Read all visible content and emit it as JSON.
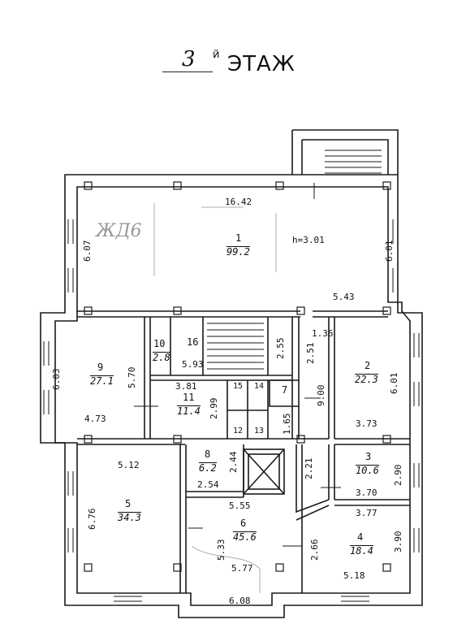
{
  "title": {
    "floor_number": "3",
    "suffix": "й",
    "word": "ЭТАЖ"
  },
  "handwriting": {
    "note": "ЖД6"
  },
  "rooms": [
    {
      "id": "r1",
      "number": "1",
      "area": "99.2"
    },
    {
      "id": "r2",
      "number": "2",
      "area": "22.3"
    },
    {
      "id": "r3",
      "number": "3",
      "area": "10.6"
    },
    {
      "id": "r4",
      "number": "4",
      "area": "18.4"
    },
    {
      "id": "r5",
      "number": "5",
      "area": "34.3"
    },
    {
      "id": "r6",
      "number": "6",
      "area": "45.6"
    },
    {
      "id": "r7",
      "number": "7",
      "area": ""
    },
    {
      "id": "r8",
      "number": "8",
      "area": "6.2"
    },
    {
      "id": "r9",
      "number": "9",
      "area": "27.1"
    },
    {
      "id": "r10",
      "number": "10",
      "area": "2.8"
    },
    {
      "id": "r11",
      "number": "11",
      "area": "11.4"
    },
    {
      "id": "r12",
      "number": "12",
      "area": ""
    },
    {
      "id": "r13",
      "number": "13",
      "area": ""
    },
    {
      "id": "r14",
      "number": "14",
      "area": ""
    },
    {
      "id": "r15",
      "number": "15",
      "area": ""
    },
    {
      "id": "r16",
      "number": "16",
      "area": ""
    }
  ],
  "dimensions": {
    "d_16_42": "16.42",
    "d_6_07": "6.07",
    "d_6_01a": "6.01",
    "d_h": "h=3.01",
    "d_5_43": "5.43",
    "d_1_36": "1.36",
    "d_2_55": "2.55",
    "d_2_51": "2.51",
    "d_5_93": "5.93",
    "d_6_03": "6.03",
    "d_5_70": "5.70",
    "d_4_73": "4.73",
    "d_3_81": "3.81",
    "d_2_99": "2.99",
    "d_1_65": "1.65",
    "d_9_00": "9.00",
    "d_6_01b": "6.01",
    "d_3_73": "3.73",
    "d_5_12": "5.12",
    "d_6_76": "6.76",
    "d_2_44": "2.44",
    "d_2_54": "2.54",
    "d_2_21": "2.21",
    "d_2_90": "2.90",
    "d_3_70": "3.70",
    "d_5_55": "5.55",
    "d_3_77": "3.77",
    "d_5_33": "5.33",
    "d_2_66": "2.66",
    "d_3_90": "3.90",
    "d_5_77": "5.77",
    "d_5_18": "5.18",
    "d_6_08": "6.08"
  }
}
